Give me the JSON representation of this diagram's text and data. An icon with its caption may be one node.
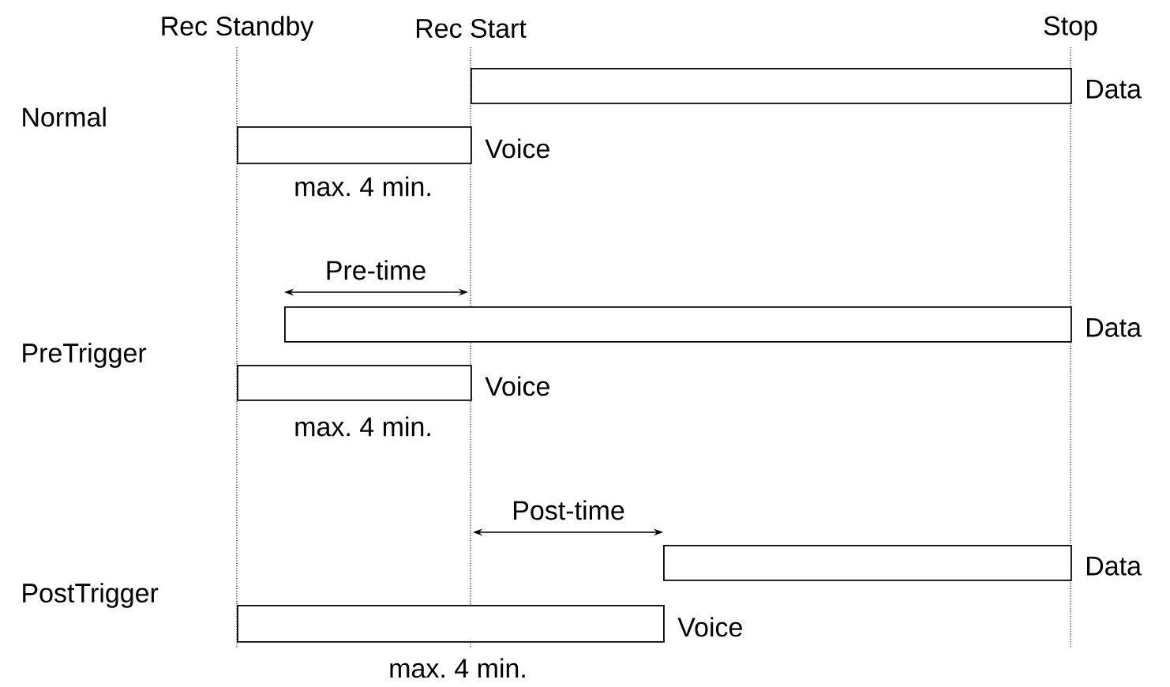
{
  "diagram": {
    "nodes": [
      {
        "text": [],
        "shape": "bar",
        "beside": [
          "Data"
        ]
      },
      {
        "text": [],
        "shape": "bar",
        "beside": [
          "Voice"
        ]
      },
      {
        "text": [],
        "shape": "bar",
        "beside": [
          "Data"
        ]
      },
      {
        "text": [],
        "shape": "bar",
        "beside": [
          "Voice"
        ]
      },
      {
        "text": [],
        "shape": "bar",
        "beside": [
          "Data"
        ]
      },
      {
        "text": [],
        "shape": "bar",
        "beside": [
          "Voice"
        ]
      }
    ],
    "labels": [
      "Rec Standby",
      "Rec Start",
      "Stop",
      "Normal",
      "max. 4 min.",
      "Pre-time",
      "PreTrigger",
      "max. 4 min.",
      "Post-time",
      "PostTrigger",
      "max. 4 min."
    ]
  }
}
